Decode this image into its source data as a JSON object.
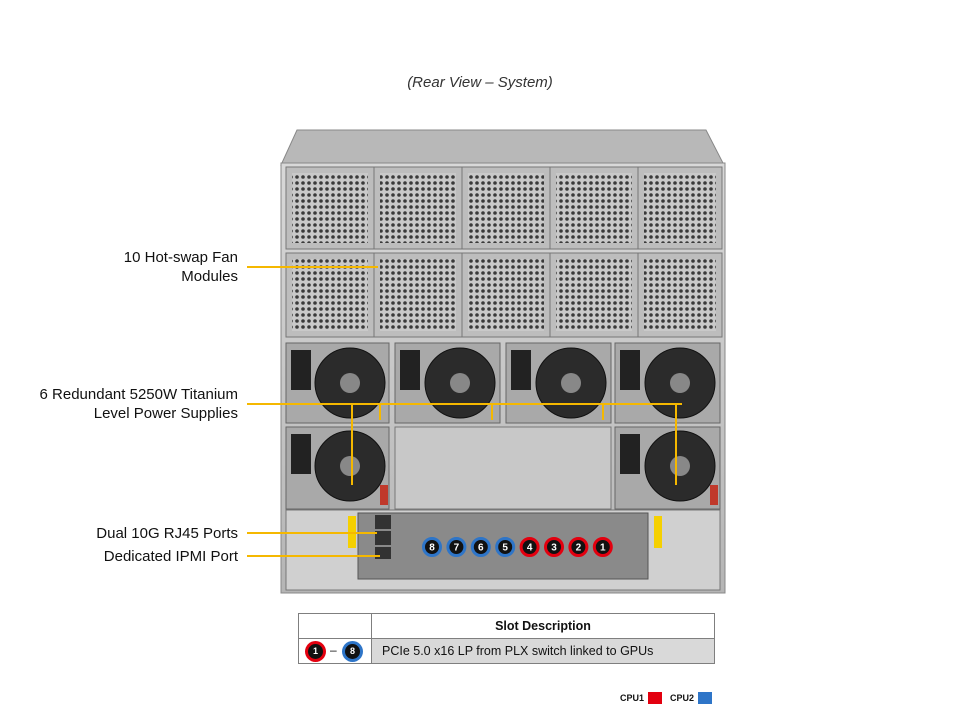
{
  "title": "(Rear View – System)",
  "callouts": {
    "fans": [
      "10 Hot-swap Fan",
      "Modules"
    ],
    "psu": [
      "6 Redundant 5250W Titanium",
      "Level Power Supplies"
    ],
    "rj45": "Dual 10G RJ45 Ports",
    "ipmi": "Dedicated IPMI Port"
  },
  "slots": {
    "cpu2_labels": [
      "8",
      "7",
      "6",
      "5"
    ],
    "cpu1_labels": [
      "4",
      "3",
      "2",
      "1"
    ]
  },
  "slot_table": {
    "header": "Slot Description",
    "range_start": "1",
    "range_dash": "–",
    "range_end": "8",
    "description": "PCIe 5.0 x16 LP from PLX switch linked to GPUs"
  },
  "legend": {
    "cpu1": "CPU1",
    "cpu2": "CPU2",
    "cpu1_color": "#e3000f",
    "cpu2_color": "#2e75c8"
  },
  "colors": {
    "callout_line": "#f5b800"
  }
}
